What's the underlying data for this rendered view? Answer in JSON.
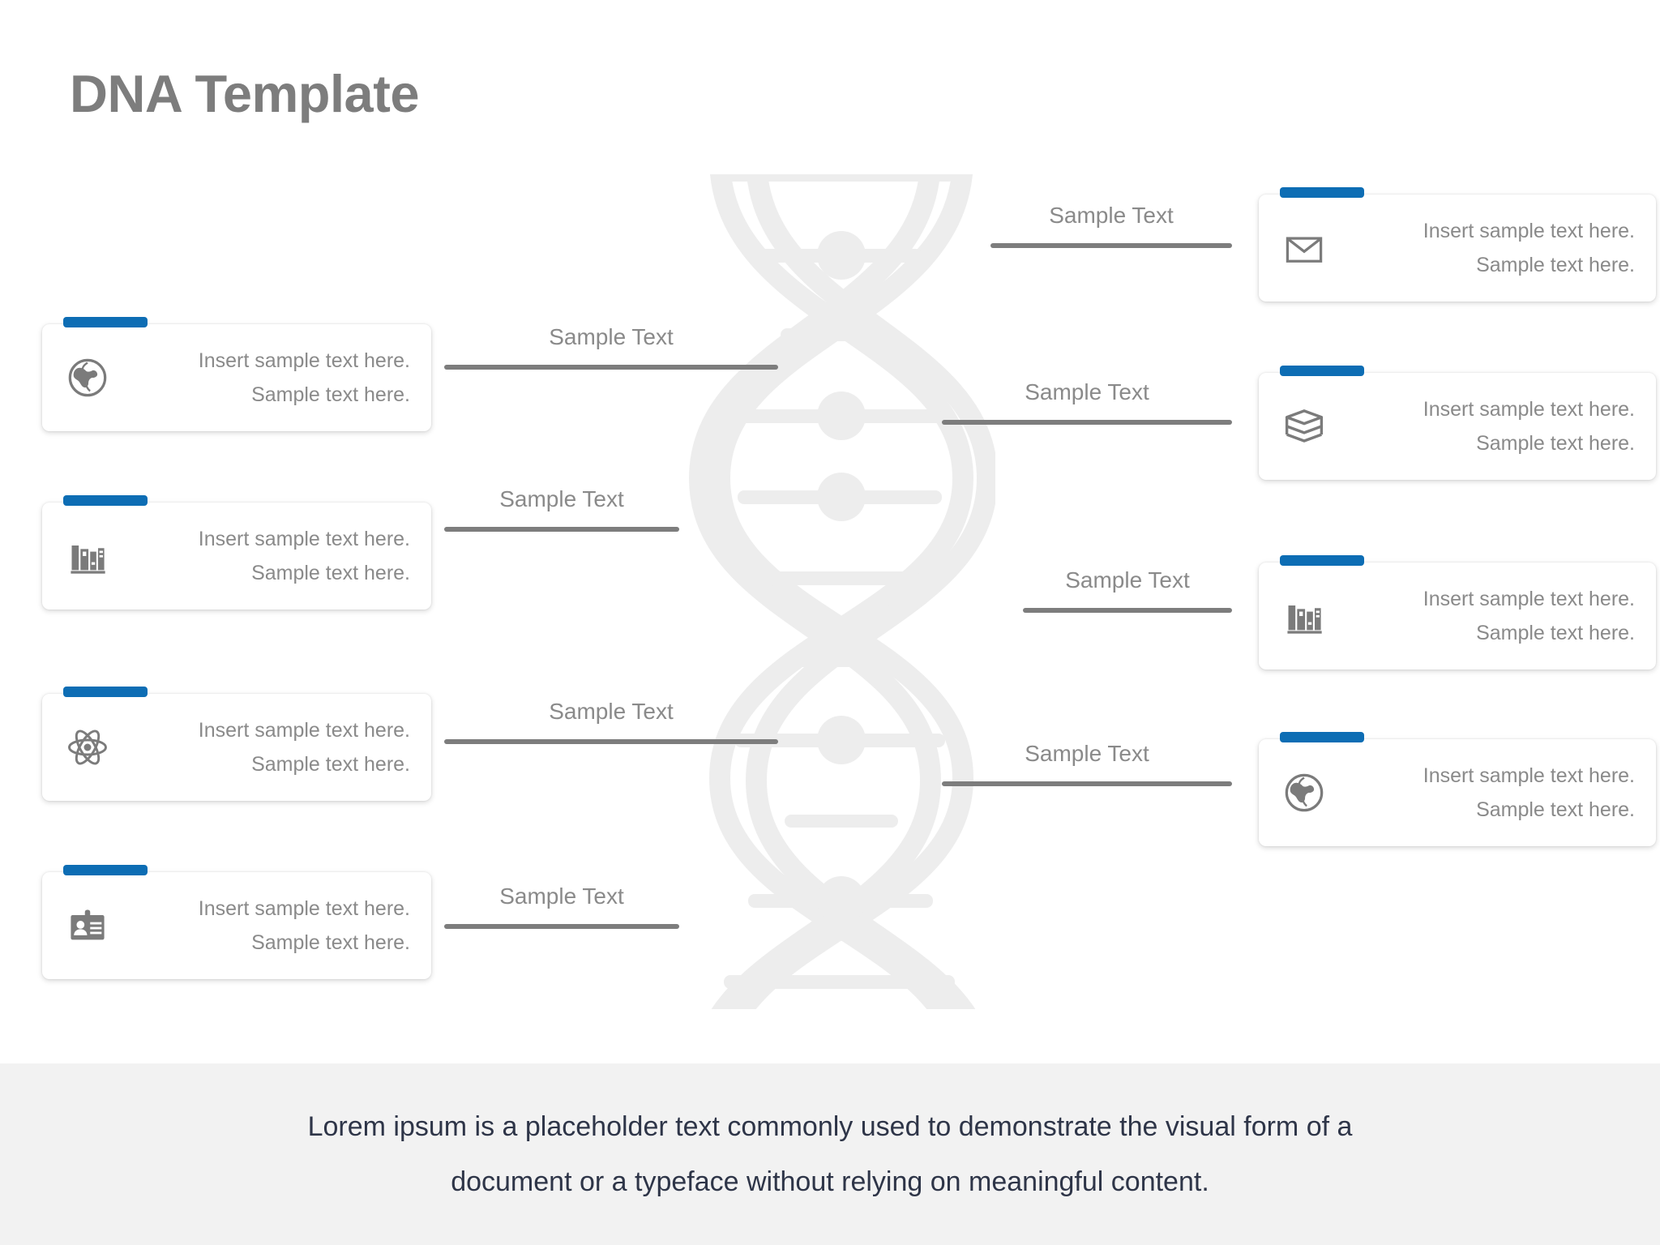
{
  "title": "DNA Template",
  "theme": {
    "accent_blue": "#0d6db4",
    "title_gray": "#7d7d7d",
    "body_gray": "#8a8a8a",
    "icon_gray": "#7b7b7b",
    "helix_gray": "#ededed",
    "footer_bg": "#f2f2f2",
    "footer_text": "#2e3548",
    "page_bg": "#ffffff"
  },
  "left_cards": [
    {
      "icon": "globe-icon",
      "line1": "Insert sample text here.",
      "line2": "Sample text here."
    },
    {
      "icon": "books-shelf-icon",
      "line1": "Insert sample text here.",
      "line2": "Sample text here."
    },
    {
      "icon": "atom-icon",
      "line1": "Insert sample text here.",
      "line2": "Sample text here."
    },
    {
      "icon": "id-card-icon",
      "line1": "Insert sample text here.",
      "line2": "Sample text here."
    }
  ],
  "right_cards": [
    {
      "icon": "envelope-icon",
      "line1": "Insert sample text here.",
      "line2": "Sample text here."
    },
    {
      "icon": "books-stack-icon",
      "line1": "Insert sample text here.",
      "line2": "Sample text here."
    },
    {
      "icon": "books-shelf-icon",
      "line1": "Insert sample text here.",
      "line2": "Sample text here."
    },
    {
      "icon": "globe-icon",
      "line1": "Insert sample text here.",
      "line2": "Sample text here."
    }
  ],
  "left_connectors": [
    {
      "label": "Sample Text"
    },
    {
      "label": "Sample Text"
    },
    {
      "label": "Sample Text"
    },
    {
      "label": "Sample Text"
    }
  ],
  "right_connectors": [
    {
      "label": "Sample Text"
    },
    {
      "label": "Sample Text"
    },
    {
      "label": "Sample Text"
    },
    {
      "label": "Sample Text"
    }
  ],
  "footer": {
    "line1": "Lorem ipsum is a placeholder text commonly used to demonstrate the visual form of a",
    "line2": "document or a typeface without relying on meaningful content."
  },
  "graphic": {
    "name": "dna-double-helix"
  }
}
